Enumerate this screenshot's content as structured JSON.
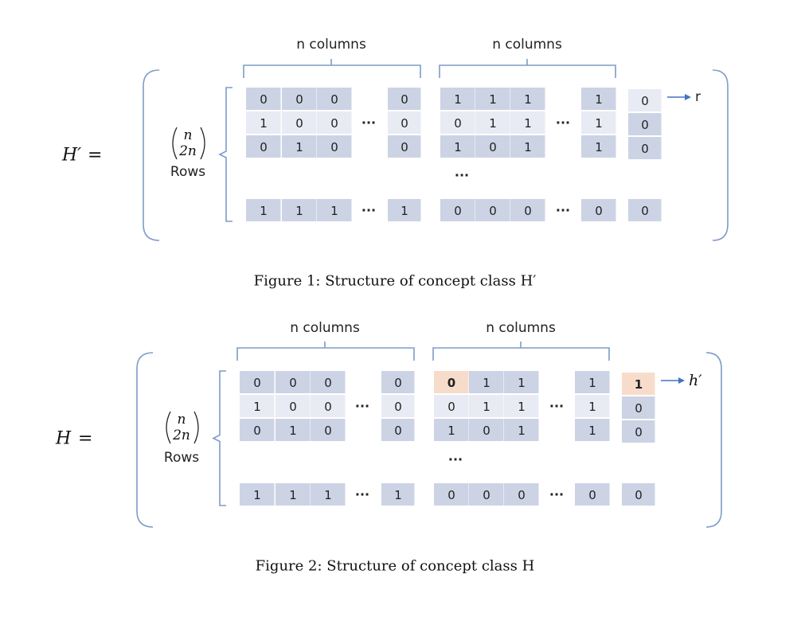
{
  "colors": {
    "cell_dark": "#ccd3e4",
    "cell_light": "#e8ebf3",
    "cell_highlight": "#f8dccb",
    "bracket": "#7f9bc7",
    "arrow": "#4472c4"
  },
  "figures": [
    {
      "id": "fig1",
      "lhs_symbol": "H′",
      "lhs_equals": "=",
      "binom_top": "n",
      "binom_bottom": "2n",
      "rows_label": "Rows",
      "left_group_label": "n columns",
      "right_group_label": "n columns",
      "arrow_label": "r",
      "ellipsis": "···",
      "vertical_ellipsis": "···",
      "left_block": [
        [
          "0",
          "0",
          "0",
          "0"
        ],
        [
          "1",
          "0",
          "0",
          "0"
        ],
        [
          "0",
          "1",
          "0",
          "0"
        ]
      ],
      "left_last_row": [
        "1",
        "1",
        "1",
        "1"
      ],
      "right_block": [
        [
          "1",
          "1",
          "1",
          "1"
        ],
        [
          "0",
          "1",
          "1",
          "1"
        ],
        [
          "1",
          "0",
          "1",
          "1"
        ]
      ],
      "right_last_row": [
        "0",
        "0",
        "0",
        "0"
      ],
      "label_column": [
        "0",
        "0",
        "0"
      ],
      "label_last": "0",
      "highlights": [],
      "caption": "Figure 1: Structure of concept class H′"
    },
    {
      "id": "fig2",
      "lhs_symbol": "H",
      "lhs_equals": "=",
      "binom_top": "n",
      "binom_bottom": "2n",
      "rows_label": "Rows",
      "left_group_label": "n columns",
      "right_group_label": "n columns",
      "arrow_label": "h′",
      "ellipsis": "···",
      "vertical_ellipsis": "···",
      "left_block": [
        [
          "0",
          "0",
          "0",
          "0"
        ],
        [
          "1",
          "0",
          "0",
          "0"
        ],
        [
          "0",
          "1",
          "0",
          "0"
        ]
      ],
      "left_last_row": [
        "1",
        "1",
        "1",
        "1"
      ],
      "right_block": [
        [
          "0",
          "1",
          "1",
          "1"
        ],
        [
          "0",
          "1",
          "1",
          "1"
        ],
        [
          "1",
          "0",
          "1",
          "1"
        ]
      ],
      "right_last_row": [
        "0",
        "0",
        "0",
        "0"
      ],
      "label_column": [
        "1",
        "0",
        "0"
      ],
      "label_last": "0",
      "highlights": [
        "right_block.0.0",
        "label_column.0"
      ],
      "caption": "Figure 2: Structure of concept class H"
    }
  ]
}
